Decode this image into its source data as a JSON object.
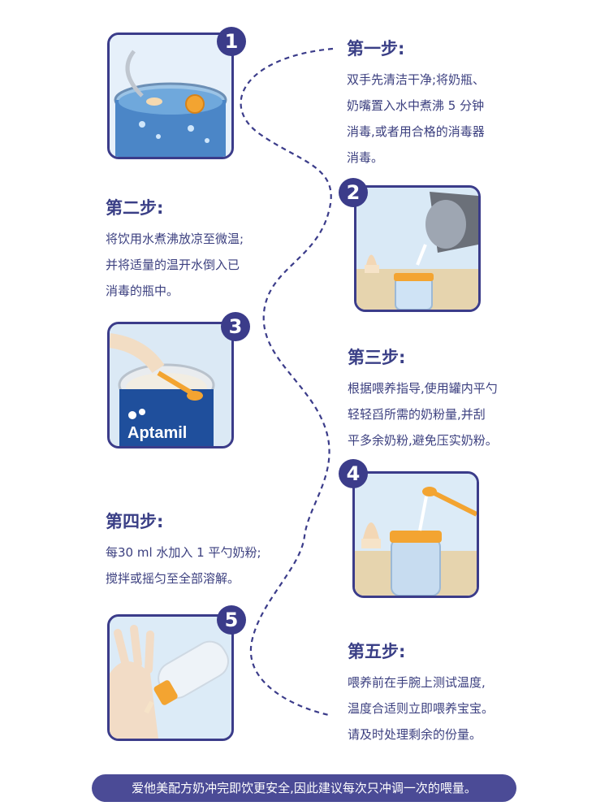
{
  "steps": [
    {
      "number": "1",
      "title": "第一步:",
      "text": "双手先清洁干净;将奶瓶、\n奶嘴置入水中煮沸 5 分钟\n消毒,或者用合格的消毒器\n消毒。"
    },
    {
      "number": "2",
      "title": "第二步:",
      "text": "将饮用水煮沸放凉至微温;\n并将适量的温开水倒入已\n消毒的瓶中。"
    },
    {
      "number": "3",
      "title": "第三步:",
      "text": "根据喂养指导,使用罐内平勺\n轻轻舀所需的奶粉量,并刮\n平多余奶粉,避免压实奶粉。"
    },
    {
      "number": "4",
      "title": "第四步:",
      "text": "每30 ml 水加入 1 平勺奶粉;\n搅拌或摇匀至全部溶解。"
    },
    {
      "number": "5",
      "title": "第五步:",
      "text": "喂养前在手腕上测试温度,\n温度合适则立即喂养宝宝。\n请及时处理剩余的份量。"
    }
  ],
  "product_label": "Aptamil",
  "footer": "爱他美配方奶冲完即饮更安全,因此建议每次只冲调一次的喂量。",
  "colors": {
    "accent": "#3b3c8a",
    "text": "#3a3f86",
    "footer_bg": "#4b4b96"
  }
}
